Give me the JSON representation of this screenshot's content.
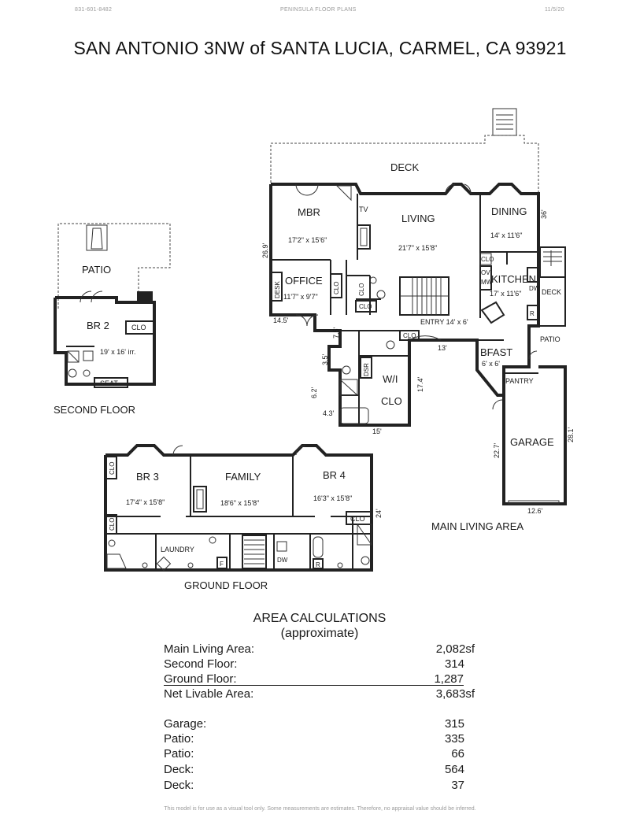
{
  "header": {
    "phone": "831-601-8482",
    "company": "PENINSULA FLOOR PLANS",
    "date": "11/5/20"
  },
  "title": "SAN ANTONIO 3NW of SANTA LUCIA, CARMEL, CA  93921",
  "second_floor": {
    "label": "SECOND FLOOR",
    "rooms": {
      "patio": "PATIO",
      "br2": "BR 2",
      "br2_dims": "19' x 16' irr.",
      "clo": "CLO",
      "seat": "SEAT"
    }
  },
  "main_floor": {
    "label": "MAIN LIVING AREA",
    "rooms": {
      "deck": "DECK",
      "mbr": "MBR",
      "mbr_dims": "17'2\" x 15'6\"",
      "tv": "TV",
      "living": "LIVING",
      "living_dims": "21'7\" x 15'8\"",
      "dining": "DINING",
      "dining_dims": "14' x 11'6\"",
      "office": "OFFICE",
      "office_dims": "11'7\" x 9'7\"",
      "desk": "DESK",
      "clo": "CLO",
      "kitchen": "KITCHEN",
      "kitchen_dims": "17' x 11'6\"",
      "ov": "OV",
      "mw": "MW",
      "dw": "DW",
      "deck_small": "DECK",
      "r": "R",
      "patio": "PATIO",
      "entry": "ENTRY 14' x 6'",
      "bfast": "BFAST",
      "bfast_dims": "6' x 6'",
      "pantry": "PANTRY",
      "dsr": "DSR",
      "wi": "W/I",
      "garage": "GARAGE"
    },
    "measures": {
      "m1": "26.9'",
      "m2": "36'",
      "m3": "14.5'",
      "m4": "7.5'",
      "m5": "3.5'",
      "m6": "6.2'",
      "m7": "4.3'",
      "m8": "15'",
      "m9": "17.4'",
      "m10": "13'",
      "m11": "22.7'",
      "m12": "28.1'",
      "m13": "12.6'"
    }
  },
  "ground_floor": {
    "label": "GROUND FLOOR",
    "rooms": {
      "br3": "BR 3",
      "br3_dims": "17'4\" x 15'8\"",
      "family": "FAMILY",
      "family_dims": "18'6\" x 15'8\"",
      "br4": "BR 4",
      "br4_dims": "16'3\" x 15'8\"",
      "laundry": "LAUNDRY",
      "clo": "CLO",
      "f": "F",
      "dw": "DW",
      "r": "R",
      "m24": "24'"
    }
  },
  "area_calculations": {
    "heading": "AREA CALCULATIONS",
    "subheading": "(approximate)",
    "rows": [
      {
        "label": "Main Living Area:",
        "value": "2,082sf"
      },
      {
        "label": "Second Floor:",
        "value": "314"
      },
      {
        "label": "Ground Floor:",
        "value": "1,287"
      },
      {
        "label": "Net Livable Area:",
        "value": "3,683sf"
      },
      {
        "label": "Garage:",
        "value": "315"
      },
      {
        "label": "Patio:",
        "value": "335"
      },
      {
        "label": "Patio:",
        "value": "66"
      },
      {
        "label": "Deck:",
        "value": "564"
      },
      {
        "label": "Deck:",
        "value": "37"
      }
    ]
  },
  "disclaimer": "This model is for use as a visual tool only.  Some measurements are estimates.  Therefore, no appraisal value should be inferred."
}
